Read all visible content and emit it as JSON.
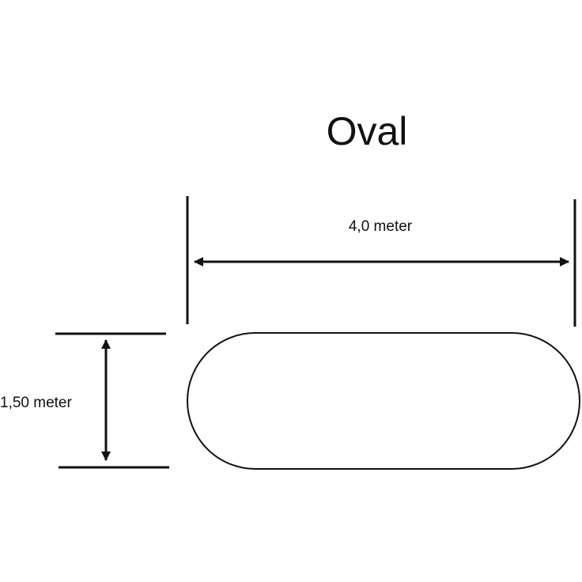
{
  "title": "Oval",
  "dimensions": {
    "width_label": "4,0 meter",
    "height_label": "1,50 meter"
  },
  "colors": {
    "line": "#111111",
    "background": "#ffffff"
  }
}
